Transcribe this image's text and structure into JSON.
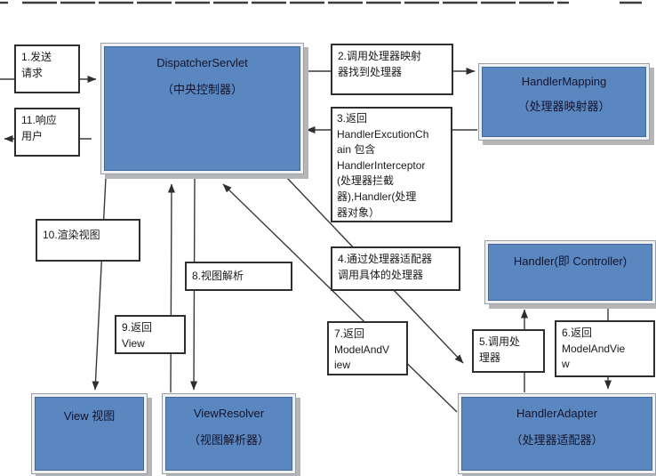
{
  "nodes": {
    "dispatcher_servlet": {
      "title": "DispatcherServlet",
      "subtitle": "（中央控制器）"
    },
    "handler_mapping": {
      "title": "HandlerMapping",
      "subtitle": "（处理器映射器）"
    },
    "handler": {
      "title": "Handler(即 Controller)",
      "subtitle": ""
    },
    "handler_adapter": {
      "title": "HandlerAdapter",
      "subtitle": "（处理器适配器）"
    },
    "view": {
      "title": "View 视图",
      "subtitle": ""
    },
    "view_resolver": {
      "title": "ViewResolver",
      "subtitle": "（视图解析器）"
    }
  },
  "steps": {
    "s1": "1.发送\n请求",
    "s2": "2.调用处理器映射\n器找到处理器",
    "s3": "3.返回\nHandlerExcutionCh\nain 包含\nHandlerInterceptor\n(处理器拦截\n器),Handler(处理\n器对象）",
    "s4": "4.通过处理器适配器\n调用具体的处理器",
    "s5": "5.调用处\n理器",
    "s6": "6.返回\nModelAndVie\nw",
    "s7": "7.返回\nModelAndV\niew",
    "s8": "8.视图解析",
    "s9": "9.返回\nView",
    "s10": "10.渲染视图",
    "s11": "11.响应\n用户"
  },
  "arrows": [
    {
      "from": "user",
      "to": "dispatcher_servlet",
      "label": "1.发送请求"
    },
    {
      "from": "dispatcher_servlet",
      "to": "handler_mapping",
      "label": "2.调用处理器映射器找到处理器"
    },
    {
      "from": "handler_mapping",
      "to": "dispatcher_servlet",
      "label": "3.返回HandlerExcutionChain"
    },
    {
      "from": "dispatcher_servlet",
      "to": "handler_adapter",
      "label": "4.通过处理器适配器调用具体的处理器"
    },
    {
      "from": "handler_adapter",
      "to": "handler",
      "label": "5.调用处理器"
    },
    {
      "from": "handler",
      "to": "handler_adapter",
      "label": "6.返回ModelAndView"
    },
    {
      "from": "handler_adapter",
      "to": "dispatcher_servlet",
      "label": "7.返回ModelAndView"
    },
    {
      "from": "dispatcher_servlet",
      "to": "view_resolver",
      "label": "8.视图解析"
    },
    {
      "from": "view_resolver",
      "to": "dispatcher_servlet",
      "label": "9.返回View"
    },
    {
      "from": "dispatcher_servlet",
      "to": "view",
      "label": "10.渲染视图"
    },
    {
      "from": "dispatcher_servlet",
      "to": "user",
      "label": "11.响应用户"
    }
  ],
  "colors": {
    "node_fill": "#5b87c1",
    "node_border": "#44679a",
    "frame": "#eef0f2",
    "shadow": "#b6b6b6",
    "line": "#3a3a3a"
  }
}
